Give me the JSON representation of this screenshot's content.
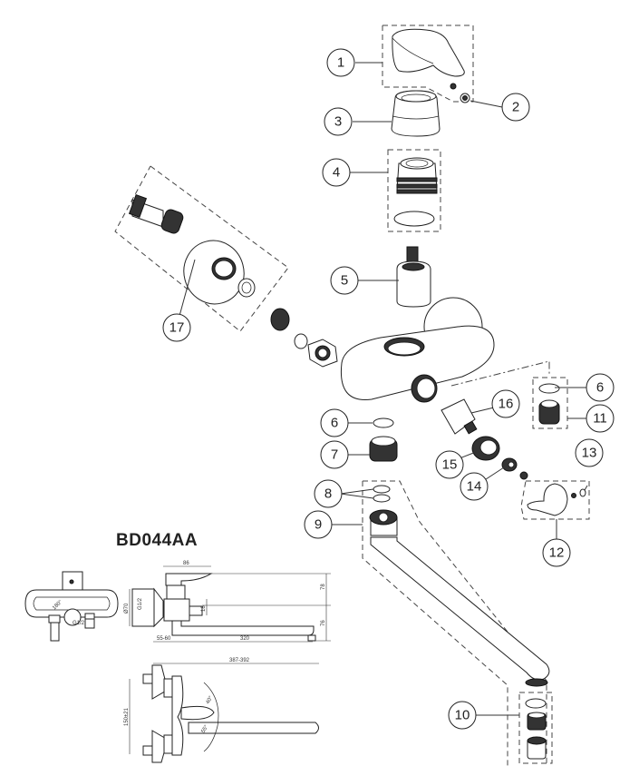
{
  "model_code": "BD044AA",
  "callouts": [
    {
      "id": "1",
      "label": "1"
    },
    {
      "id": "2",
      "label": "2"
    },
    {
      "id": "3",
      "label": "3"
    },
    {
      "id": "4",
      "label": "4"
    },
    {
      "id": "5",
      "label": "5"
    },
    {
      "id": "6a",
      "label": "6"
    },
    {
      "id": "6b",
      "label": "6"
    },
    {
      "id": "7",
      "label": "7"
    },
    {
      "id": "8",
      "label": "8"
    },
    {
      "id": "9",
      "label": "9"
    },
    {
      "id": "10",
      "label": "10"
    },
    {
      "id": "11",
      "label": "11"
    },
    {
      "id": "12",
      "label": "12"
    },
    {
      "id": "13",
      "label": "13"
    },
    {
      "id": "14",
      "label": "14"
    },
    {
      "id": "15",
      "label": "15"
    },
    {
      "id": "16",
      "label": "16"
    },
    {
      "id": "17",
      "label": "17"
    }
  ],
  "dimensions": {
    "side_view": {
      "handle_reach": "86",
      "upper_height": "78",
      "lower_height": "76",
      "spout_offset": "18",
      "inlet_diameter": "Ø70",
      "inlet_thread": "G1/2",
      "wall_distance": "55-60",
      "spout_length": "320"
    },
    "front_view": {
      "rotation": "180°",
      "inlet_thread": "G1/2"
    },
    "top_view": {
      "overall_length": "387-392",
      "center_spacing": "150±21",
      "handle_angle_1": "40°",
      "handle_angle_2": "55°"
    }
  }
}
